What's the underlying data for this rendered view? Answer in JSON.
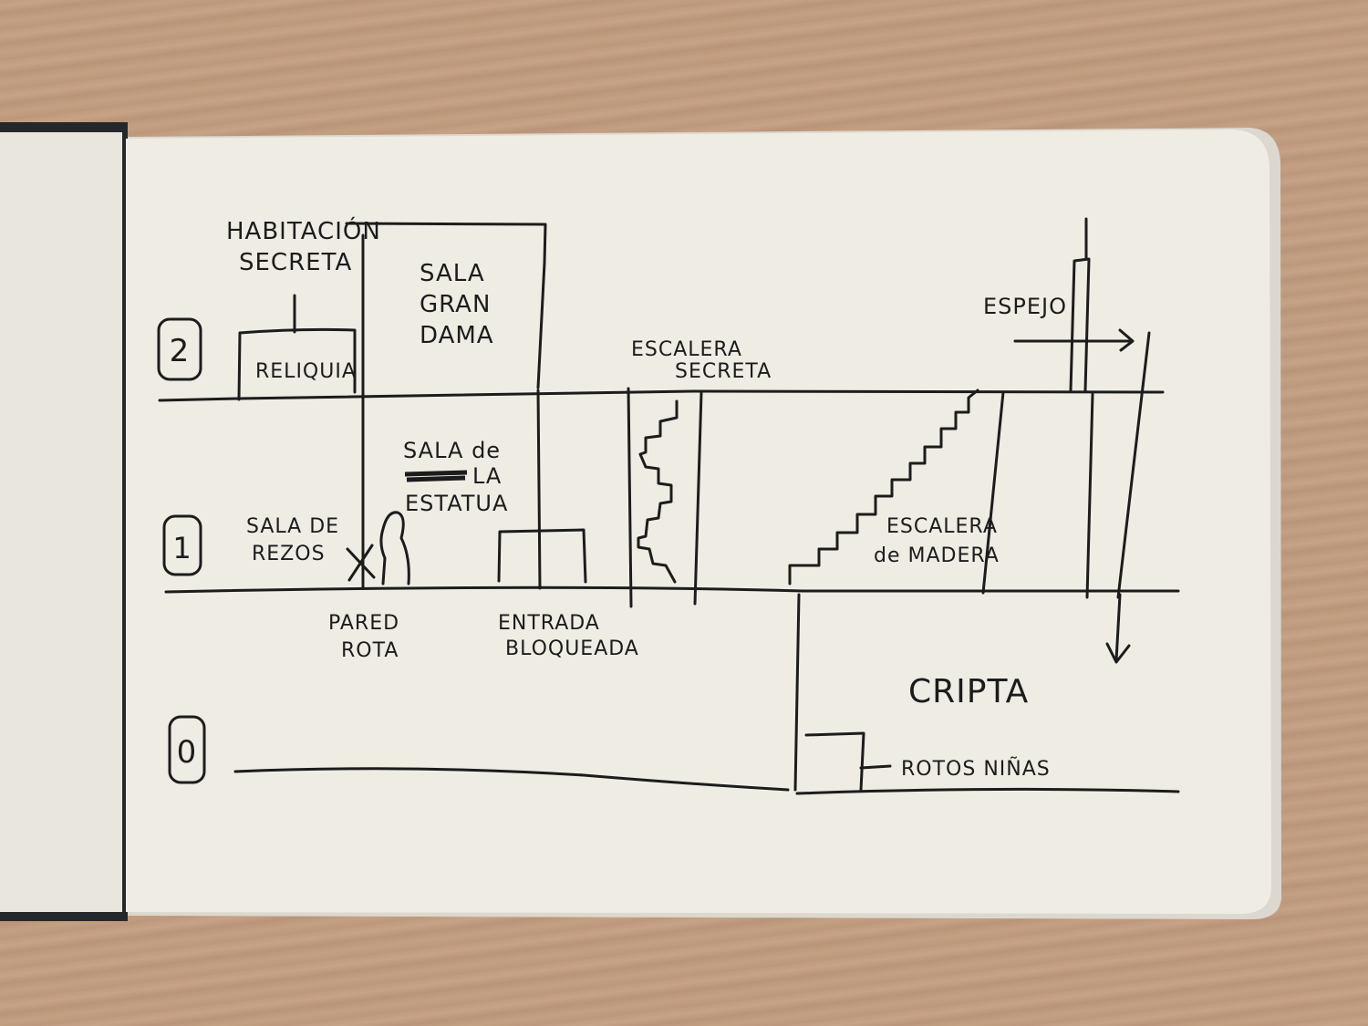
{
  "diagram": {
    "floors": [
      {
        "level": "2"
      },
      {
        "level": "1"
      },
      {
        "level": "0"
      }
    ],
    "labels": {
      "habitacion_secreta": [
        "HABITACIÓN",
        "SECRETA"
      ],
      "reliquia": "RELIQUIA",
      "sala_gran_dama": [
        "SALA",
        "GRAN",
        "DAMA"
      ],
      "sala_de_la_estatua": [
        "SALA de",
        "LA",
        "ESTATUA"
      ],
      "sala_de_rezos": [
        "SALA DE",
        "REZOS"
      ],
      "pared_rota": [
        "PARED",
        "ROTA"
      ],
      "entrada_bloqueada": [
        "ENTRADA",
        "BLOQUEADA"
      ],
      "escalera_secreta": [
        "ESCALERA",
        "SECRETA"
      ],
      "escalera_de_madera": [
        "ESCALERA",
        "de MADERA"
      ],
      "espejo": "ESPEJO",
      "cripta": "CRIPTA",
      "rotos_ninas": "ROTOS NIÑAS"
    },
    "ink_color": "#1c1c1c",
    "paper_color": "#efece4"
  }
}
